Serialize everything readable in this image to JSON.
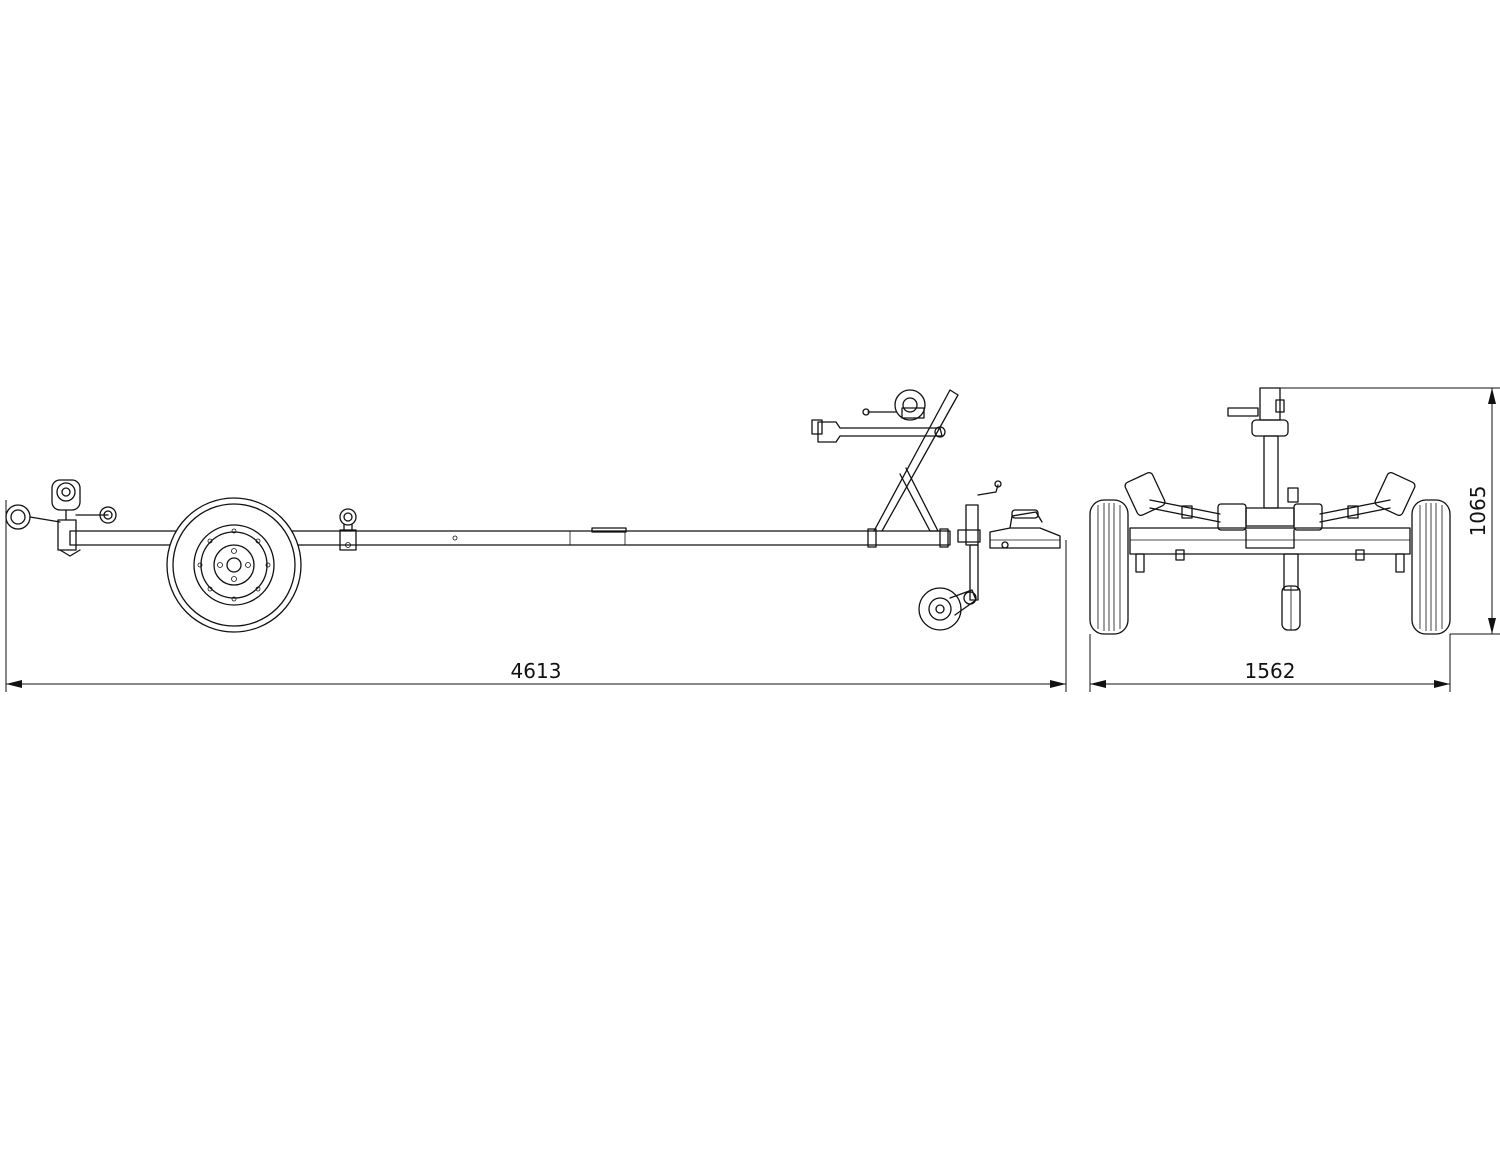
{
  "drawing": {
    "dimensions": {
      "overall_length": "4613",
      "overall_width": "1562",
      "overall_height": "1065"
    },
    "views": [
      "side-view",
      "rear-view"
    ],
    "colors": {
      "line": "#111111",
      "background": "#ffffff"
    }
  }
}
